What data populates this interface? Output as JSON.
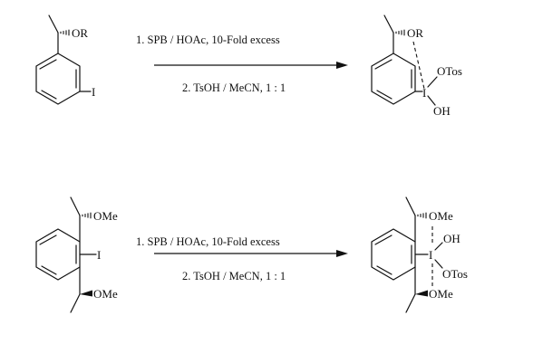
{
  "reactions": [
    {
      "conditions": {
        "step1": "1. SPB / HOAc, 10-Fold excess",
        "step2": "2. TsOH / MeCN, 1 : 1"
      },
      "reactant": {
        "ether_label": "OR",
        "halogen_label": "I"
      },
      "product": {
        "ether_label": "OR",
        "iodine_label": "I",
        "ligand_top": "OTos",
        "ligand_bottom": "OH"
      }
    },
    {
      "conditions": {
        "step1": "1. SPB / HOAc, 10-Fold excess",
        "step2": "2. TsOH / MeCN, 1 : 1"
      },
      "reactant": {
        "ether_top_label": "OMe",
        "halogen_label": "I",
        "ether_bottom_label": "OMe"
      },
      "product": {
        "ether_top_label": "OMe",
        "iodine_label": "I",
        "ligand_top": "OH",
        "ligand_bottom": "OTos",
        "ether_bottom_label": "OMe"
      }
    }
  ],
  "colors": {
    "ink": "#111111",
    "background": "#ffffff"
  }
}
